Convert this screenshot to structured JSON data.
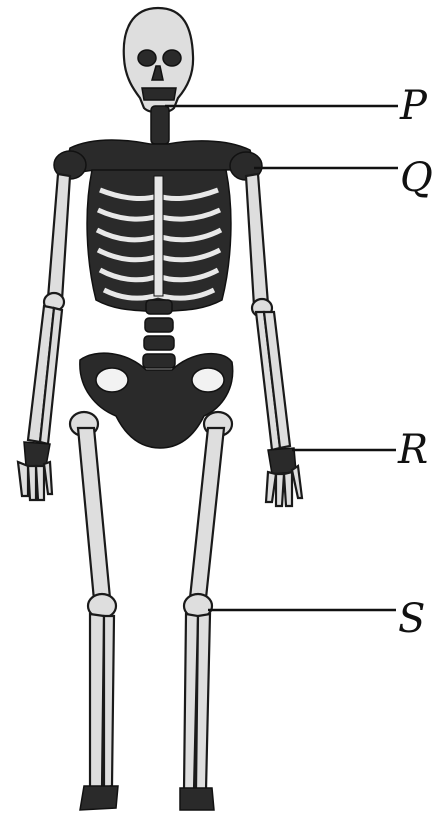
{
  "labels": {
    "p": "P",
    "q": "Q",
    "r": "R",
    "s": "S"
  },
  "colors": {
    "bone_fill": "#dedede",
    "bone_stroke": "#1a1a1a",
    "dark": "#2a2a2a",
    "leader": "#111111"
  }
}
